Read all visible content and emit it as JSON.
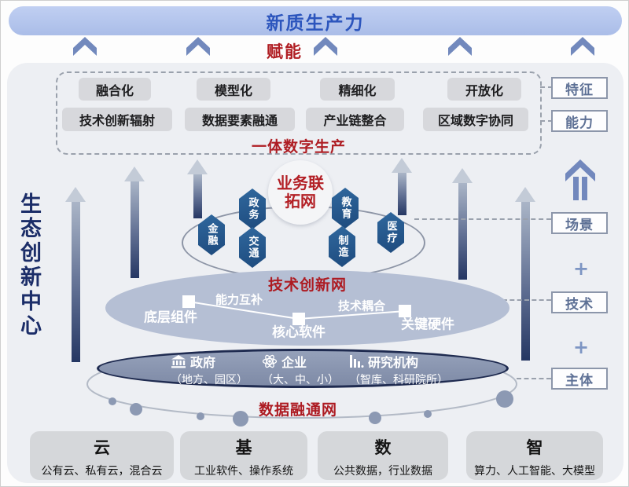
{
  "banner": {
    "title": "新质生产力"
  },
  "empower_label": "赋能",
  "left_title": "生态创新中心",
  "top_box": {
    "row1": [
      "融合化",
      "模型化",
      "精细化",
      "开放化"
    ],
    "row2": [
      "技术创新辐射",
      "数据要素融通",
      "产业链整合",
      "区域数字协同"
    ],
    "caption": "一体数字生产"
  },
  "side": {
    "feature": "特征",
    "capability": "能力",
    "scene": "场景",
    "tech": "技术",
    "subject": "主体",
    "plus1": "+",
    "plus2": "+"
  },
  "business_net": {
    "title": "业务联拓网",
    "hexagons": [
      "金融",
      "政务",
      "交通",
      "教育",
      "制造",
      "医疗"
    ]
  },
  "tech_net": {
    "title": "技术创新网",
    "node_left": "底层组件",
    "node_center": "核心软件",
    "node_right": "关键硬件",
    "link_left": "能力互补",
    "link_right": "技术耦合"
  },
  "subject_net": {
    "items": [
      {
        "icon": "bank-icon",
        "name": "政府",
        "sub": "（地方、园区）"
      },
      {
        "icon": "atom-icon",
        "name": "企业",
        "sub": "（大、中、小）"
      },
      {
        "icon": "bar-chart-icon",
        "name": "研究机构",
        "sub": "（智库、科研院所）"
      }
    ]
  },
  "data_net": {
    "title": "数据融通网"
  },
  "bottom_boxes": [
    {
      "title": "云",
      "desc": "公有云、私有云，混合云"
    },
    {
      "title": "基",
      "desc": "工业软件、操作系统"
    },
    {
      "title": "数",
      "desc": "公共数据，行业数据"
    },
    {
      "title": "智",
      "desc": "算力、人工智能、大模型"
    }
  ],
  "colors": {
    "accent_red": "#ae1d23",
    "banner_bg": "#aabde8",
    "banner_text": "#2c55bd",
    "hexagon_blue": "#27598d",
    "dark_navy": "#1f2b50",
    "arrow_blue": "#7289bd"
  }
}
